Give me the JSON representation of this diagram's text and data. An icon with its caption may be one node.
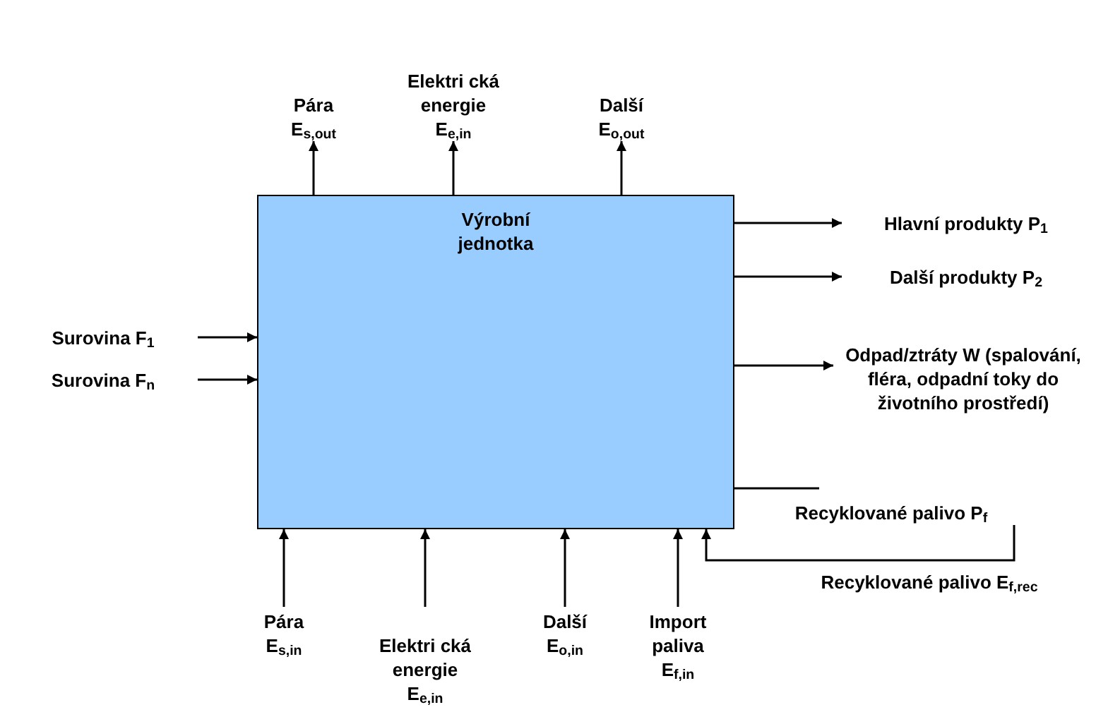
{
  "diagram": {
    "nodes": [
      {
        "text": [
          "Výrobní jednotka"
        ]
      },
      {
        "text": [
          "Pára",
          "E$_{s,out}$"
        ]
      },
      {
        "text": [
          "Elektri cká energie",
          "E$_{e,in}$"
        ]
      },
      {
        "text": [
          "Další",
          "E$_{o,out}$"
        ]
      },
      {
        "text": [
          "Hlavní produkty P$_{1}$"
        ]
      },
      {
        "text": [
          "Další produkty P$_{2}$"
        ]
      },
      {
        "text": [
          "Odpad/ztráty W (spalování, fléra, odpadní toky do životního prostředí)"
        ]
      },
      {
        "text": [
          "Surovina F$_{1}$"
        ]
      },
      {
        "text": [
          "Surovina F$_{n}$"
        ]
      },
      {
        "text": [
          "Pára",
          "E$_{s,in}$"
        ]
      },
      {
        "text": [
          "Elektri cká energie",
          "E$_{e,in}$"
        ]
      },
      {
        "text": [
          "Další",
          "E$_{o,in}$"
        ]
      },
      {
        "text": [
          "Import paliva",
          "E$_{f,in}$"
        ]
      },
      {
        "text": [
          "Recyklované palivo P$_{f}$"
        ]
      }
    ],
    "edges": [
      {
        "from": 0,
        "to": 1,
        "arrow": "to"
      },
      {
        "from": 0,
        "to": 2,
        "arrow": "to"
      },
      {
        "from": 0,
        "to": 3,
        "arrow": "to"
      },
      {
        "from": 0,
        "to": 4,
        "arrow": "to"
      },
      {
        "from": 0,
        "to": 5,
        "arrow": "to"
      },
      {
        "from": 0,
        "to": 6,
        "arrow": "to"
      },
      {
        "from": 7,
        "to": 0,
        "arrow": "to"
      },
      {
        "from": 8,
        "to": 0,
        "arrow": "to"
      },
      {
        "from": 9,
        "to": 0,
        "arrow": "to"
      },
      {
        "from": 10,
        "to": 0,
        "arrow": "to"
      },
      {
        "from": 11,
        "to": 0,
        "arrow": "to"
      },
      {
        "from": 12,
        "to": 0,
        "arrow": "to"
      },
      {
        "from": 0,
        "to": 13,
        "arrow": "none"
      },
      {
        "from": 13,
        "to": 0,
        "arrow": "to",
        "label": "Recyklované palivo E$_{f,rec}$"
      }
    ]
  }
}
